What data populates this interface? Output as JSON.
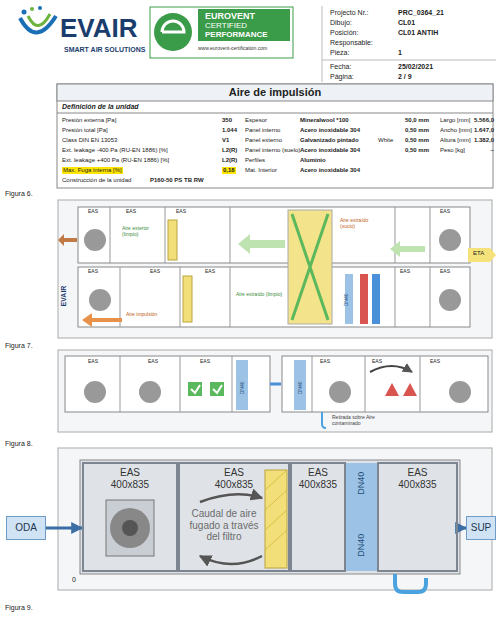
{
  "diagram": {
    "title": "Aire de impulsión",
    "nodes": [
      {
        "text": [
          "ODA"
        ]
      },
      {
        "text": [
          "EAS 400x835"
        ]
      },
      {
        "text": [
          "EAS 400x835",
          "Caudal de aire fugado a través del filtro"
        ]
      },
      {
        "text": [
          "EAS 400x835"
        ]
      },
      {
        "text": [
          "EAS 400x835"
        ]
      },
      {
        "text": [
          "SUP"
        ]
      }
    ],
    "edges": [
      {
        "from": 0,
        "to": 1,
        "arrow": "to"
      },
      {
        "from": 4,
        "to": 5,
        "arrow": "to"
      }
    ],
    "labels": [
      "EVAIR",
      "SMART AIR SOLUTIONS",
      "EUROVENT",
      "CERTIFIED",
      "PERFORMANCE",
      "www.eurovent-certification.com",
      "Projecto Nr.:",
      "PRC_0364_21",
      "Dibujo:",
      "CL01",
      "Posición:",
      "CL01 ANTIH",
      "Responsable:",
      "Pieza:",
      "1",
      "Fecha:",
      "25/02/2021",
      "Página:",
      "2 / 9",
      "Definición de la unidad",
      "Presión externa [Pa]",
      "350",
      "Espesor",
      "Mineralwool *100",
      "50,0 mm",
      "Largo [mm]",
      "5.566,0",
      "Presión total [Pa]",
      "1.044",
      "Panel interno",
      "Acero inoxidable 304",
      "0,50 mm",
      "Ancho [mm]",
      "1.647,0",
      "Class DIN EN 13053",
      "V1",
      "Panel externo",
      "Galvanizado pintado",
      "White",
      "0,50 mm",
      "Altura [mm]",
      "1.382,0",
      "Ext. leakage -400 Pa (RU-EN 1886) [%]",
      "L2(R)",
      "Panel interno (suelo)",
      "Acero inoxidable 304",
      "0,50 mm",
      "Peso [kg]",
      "~",
      "Ext. leakage +400 Pa (RU-EN 1886) [%]",
      "L2(R)",
      "Perfiles",
      "Aluminio",
      "Max. Fuga interna [%]",
      "0,18",
      "Mat. Interior",
      "Acero inoxidable 304",
      "Construcción de la unidad",
      "P160-50 PS TB RW",
      "Figura 6.",
      "EAS",
      "EAS",
      "EAS",
      "EAS",
      "Aire exterior (limpio)",
      "Aire extraído (sucio)",
      "ETA",
      "EVAIR",
      "EAS",
      "EAS",
      "EAS",
      "EAS",
      "EAS",
      "Aire extraído (limpio)",
      "Aire impulsión",
      "DN40",
      "Figura 7.",
      "EAS",
      "EAS",
      "EAS",
      "DN40",
      "EAS",
      "EAS",
      "EAS",
      "DN40",
      "Retirada sobre Aire contaminado",
      "Figura 8.",
      "DN40",
      "DN40",
      "0",
      "Figura 9."
    ]
  }
}
